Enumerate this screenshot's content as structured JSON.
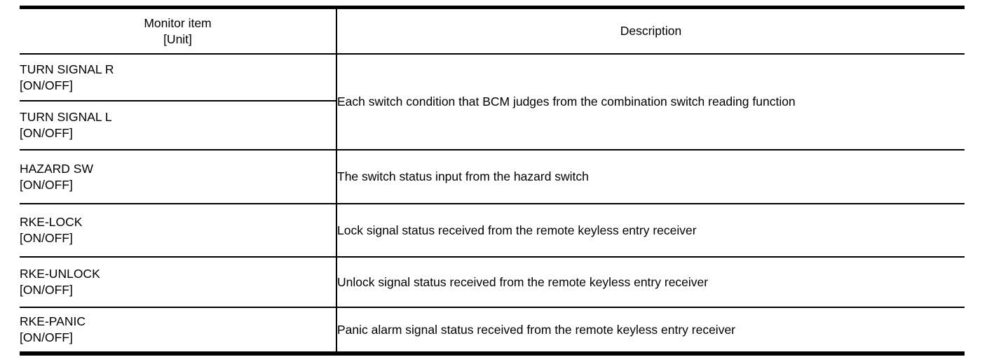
{
  "table": {
    "header": {
      "monitor_item_line1": "Monitor item",
      "monitor_item_line2": "[Unit]",
      "description": "Description"
    },
    "rows": [
      {
        "item": "TURN SIGNAL R",
        "unit": "[ON/OFF]",
        "description": "Each switch condition that BCM judges from the combination switch reading function"
      },
      {
        "item": "TURN SIGNAL L",
        "unit": "[ON/OFF]"
      },
      {
        "item": "HAZARD SW",
        "unit": "[ON/OFF]",
        "description": "The switch status input from the hazard switch"
      },
      {
        "item": "RKE-LOCK",
        "unit": "[ON/OFF]",
        "description": "Lock signal status received from the remote keyless entry receiver"
      },
      {
        "item": "RKE-UNLOCK",
        "unit": "[ON/OFF]",
        "description": "Unlock signal status received from the remote keyless entry receiver"
      },
      {
        "item": "RKE-PANIC",
        "unit": "[ON/OFF]",
        "description": "Panic alarm signal status received from the remote keyless entry receiver"
      }
    ],
    "colors": {
      "border": "#000000",
      "text": "#000000",
      "background": "#ffffff"
    }
  }
}
